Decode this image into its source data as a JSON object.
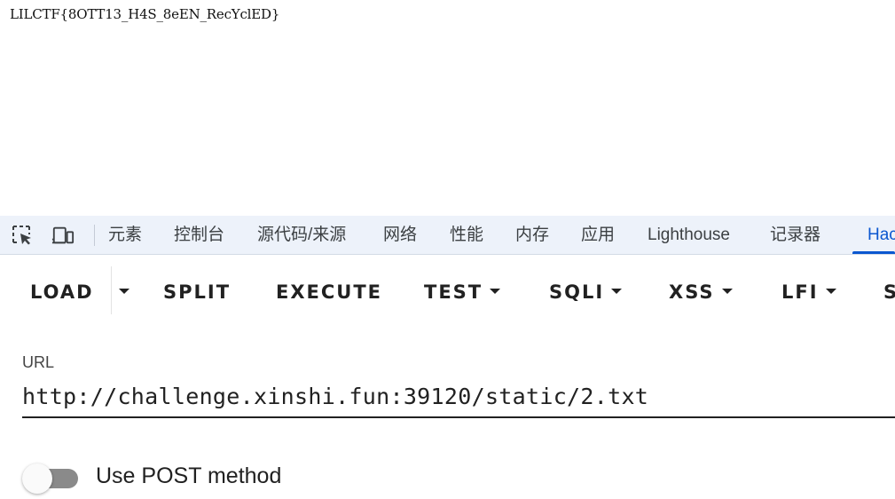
{
  "page": {
    "flag_text": "LILCTF{8OTT13_H4S_8eEN_RecYclED}"
  },
  "devtools": {
    "icons": [
      "inspect-element-icon",
      "device-toolbar-icon"
    ],
    "tabs": [
      {
        "label": "元素"
      },
      {
        "label": "控制台"
      },
      {
        "label": "源代码/来源"
      },
      {
        "label": "网络"
      },
      {
        "label": "性能"
      },
      {
        "label": "内存"
      },
      {
        "label": "应用"
      },
      {
        "label": "Lighthouse"
      },
      {
        "label": "记录器"
      },
      {
        "label": "Hac"
      }
    ],
    "active_tab_index": 9,
    "colors": {
      "tabbar_bg": "#edf2fa",
      "active_tab": "#0b57d0"
    }
  },
  "hackbar": {
    "buttons": {
      "load": "LOAD",
      "split": "SPLIT",
      "execute": "EXECUTE",
      "test": "TEST",
      "sqli": "SQLI",
      "xss": "XSS",
      "lfi": "LFI",
      "partial": "S"
    },
    "url_label": "URL",
    "url_value": "http://challenge.xinshi.fun:39120/static/2.txt",
    "post_toggle_label": "Use POST method",
    "post_enabled": false
  }
}
